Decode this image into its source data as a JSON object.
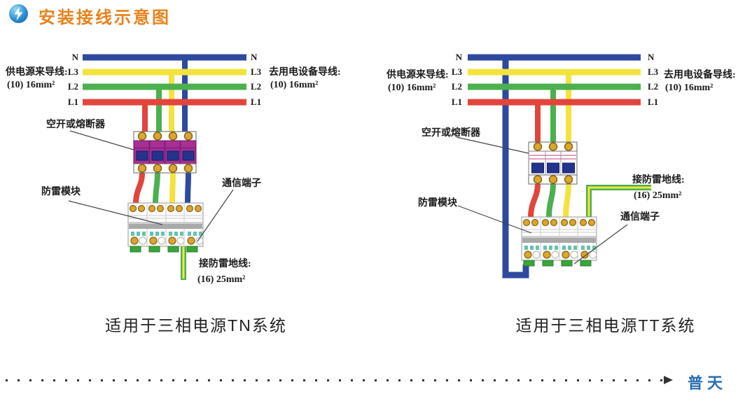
{
  "header": {
    "title": "安装接线示意图",
    "icon": "lightning-bolt-icon"
  },
  "colors": {
    "title": "#e8821c",
    "wire_n": "#2e4a9e",
    "wire_l1": "#e2453c",
    "wire_l2": "#4cb04e",
    "wire_l3": "#f3e33e",
    "ground_green": "#4cb04e",
    "ground_yellow": "#f5e642",
    "breaker_body": "#a8308f",
    "breaker_divider": "#7d1d8f",
    "breaker_toggle": "#24348c",
    "screw_gold": "#d9a62e",
    "spd_indicator": "#66c2b0",
    "spd_tab": "#3aa53a",
    "leader": "#444444",
    "dotted_line": "#333333",
    "brand": "#2a6cb4"
  },
  "bus_labels": [
    "N",
    "L3",
    "L2",
    "L1"
  ],
  "diagrams": {
    "left": {
      "incoming_line1": "供电源来导线:",
      "incoming_line2": "(10) 16mm²",
      "outgoing_line1": "去用电设备导线:",
      "outgoing_line2": "(10) 16mm²",
      "breaker_label": "空开或熔断器",
      "spd_label": "防雷模块",
      "comm_label": "通信端子",
      "ground_line1": "接防雷地线:",
      "ground_line2": "(16) 25mm²",
      "caption": "适用于三相电源TN系统"
    },
    "right": {
      "incoming_line1": "供电源来导线:",
      "incoming_line2": "(10) 16mm²",
      "outgoing_line1": "去用电设备导线:",
      "outgoing_line2": "(10) 16mm²",
      "breaker_label": "空开或熔断器",
      "spd_label": "防雷模块",
      "comm_label": "通信端子",
      "ground_line1": "接防雷地线:",
      "ground_line2": "(16) 25mm²",
      "caption": "适用于三相电源TT系统"
    }
  },
  "footer": {
    "brand": "普天"
  }
}
